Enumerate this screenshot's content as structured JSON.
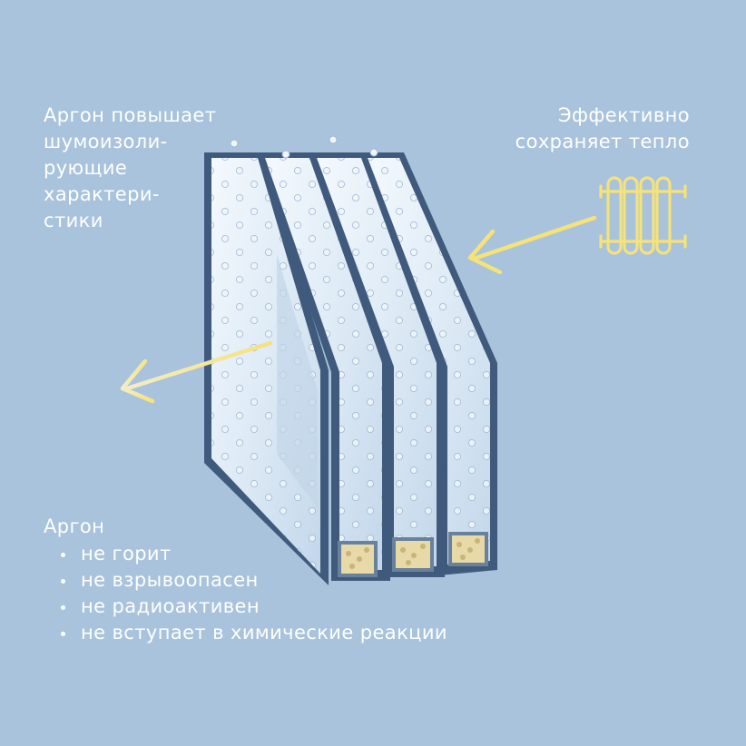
{
  "left_note": {
    "lines": [
      "Аргон повышает",
      "шумоизоли-",
      "рующие",
      "характери-",
      "стики"
    ]
  },
  "right_note": {
    "lines": [
      "Эффективно",
      "сохраняет тепло"
    ]
  },
  "argon": {
    "title": "Аргон",
    "properties": [
      "не горит",
      "не взрывоопасен",
      "не радиоактивен",
      "не вступает в химические реакции"
    ]
  },
  "icons": {
    "radiator": "radiator-icon",
    "heat_arrow": "arrow-left-icon",
    "sound_arrow": "arrow-left-icon"
  },
  "colors": {
    "background": "#a8c3db",
    "text": "#ffffff",
    "accent_yellow": "#f6e27a",
    "frame": "#3f5a7c",
    "glass": "#dbe9f5"
  }
}
